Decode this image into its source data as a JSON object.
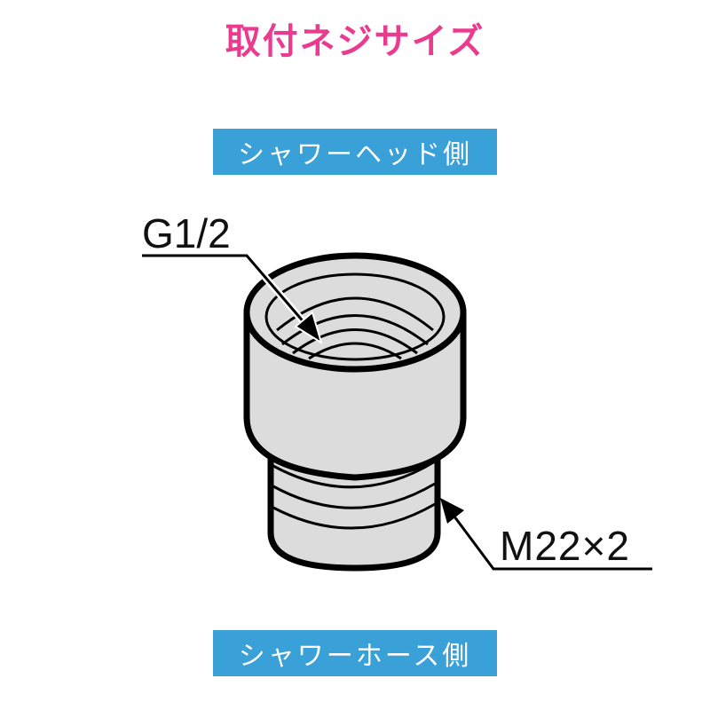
{
  "title": "取付ネジサイズ",
  "colors": {
    "title": "#ea3b8f",
    "badge_bg": "#3aa0d8",
    "badge_text": "#ffffff",
    "part_fill": "#dcdcdc",
    "outline": "#000000"
  },
  "top_badge": {
    "label": "シャワーヘッド側"
  },
  "bottom_badge": {
    "label": "シャワーホース側"
  },
  "diagram": {
    "part": "adapter-fitting",
    "top_thread_label": "G1/2",
    "bottom_thread_label": "M22×2"
  }
}
